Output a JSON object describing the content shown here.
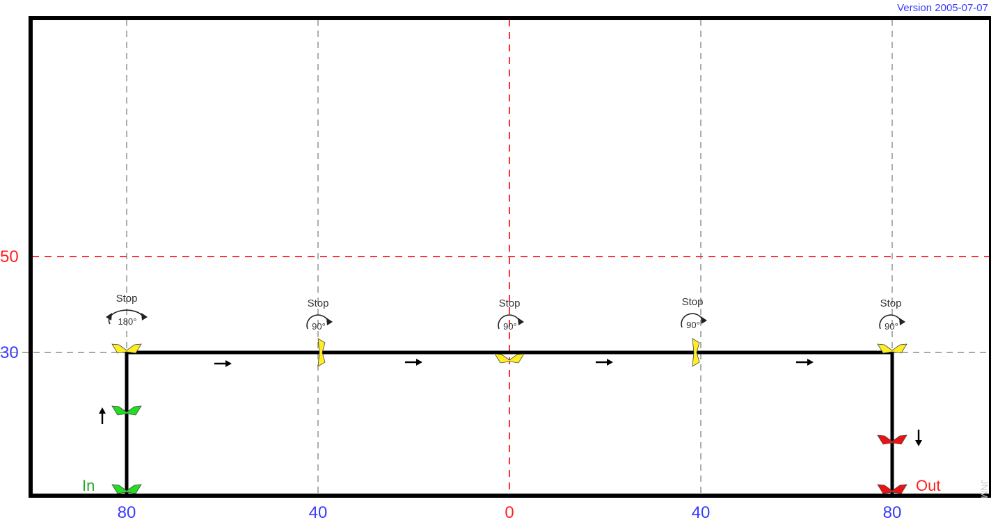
{
  "version": "Version 2005-07-07",
  "watermark": "JNM",
  "colors": {
    "border": "#000000",
    "grid": "#8c8c8c",
    "centerline": "#ff3333",
    "blue": "#3a3aff",
    "red": "#ff2020",
    "green": "#22aa22",
    "cone_yellow": "#ffee22",
    "cone_green": "#22dd22",
    "cone_red": "#ee1111"
  },
  "x_axis": {
    "ticks": [
      {
        "label": "80",
        "color": "blue"
      },
      {
        "label": "40",
        "color": "blue"
      },
      {
        "label": "0",
        "color": "red"
      },
      {
        "label": "40",
        "color": "blue"
      },
      {
        "label": "80",
        "color": "blue"
      }
    ]
  },
  "y_axis": {
    "ticks": [
      {
        "label": "50",
        "color": "red"
      },
      {
        "label": "30",
        "color": "blue"
      }
    ]
  },
  "start_label": "In",
  "end_label": "Out",
  "stops": [
    {
      "title": "Stop",
      "angle": "180°"
    },
    {
      "title": "Stop",
      "angle": "90°"
    },
    {
      "title": "Stop",
      "angle": "90°"
    },
    {
      "title": "Stop",
      "angle": "90°"
    },
    {
      "title": "Stop",
      "angle": "90°"
    }
  ],
  "cones": [
    {
      "name": "cone-stop-1",
      "color": "cone_yellow",
      "orientation": "horizontal"
    },
    {
      "name": "cone-stop-2",
      "color": "cone_yellow",
      "orientation": "vertical"
    },
    {
      "name": "cone-stop-3",
      "color": "cone_yellow",
      "orientation": "horizontal"
    },
    {
      "name": "cone-stop-4",
      "color": "cone_yellow",
      "orientation": "vertical"
    },
    {
      "name": "cone-stop-5",
      "color": "cone_yellow",
      "orientation": "horizontal"
    },
    {
      "name": "cone-entry-gate",
      "color": "cone_green",
      "orientation": "horizontal"
    },
    {
      "name": "cone-entry-start",
      "color": "cone_green",
      "orientation": "horizontal"
    },
    {
      "name": "cone-exit-gate",
      "color": "cone_red",
      "orientation": "horizontal"
    },
    {
      "name": "cone-exit-finish",
      "color": "cone_red",
      "orientation": "horizontal"
    }
  ],
  "arrows": [
    "up",
    "right",
    "right",
    "right",
    "right",
    "down"
  ]
}
